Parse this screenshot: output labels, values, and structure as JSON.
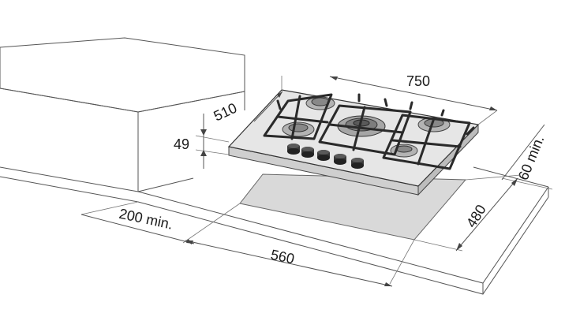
{
  "dimensions": {
    "width": "750",
    "depth": "510",
    "height": "49",
    "cutout_width": "560",
    "cutout_depth": "480",
    "min_back": "60 min.",
    "min_side": "200 min."
  },
  "colors": {
    "line": "#555555",
    "cutout": "#d9d9d9",
    "hob_top": "#e6e6e6",
    "grate": "#2a2a2a",
    "burner": "#9a9a9a",
    "knob": "#3a3a3a"
  }
}
